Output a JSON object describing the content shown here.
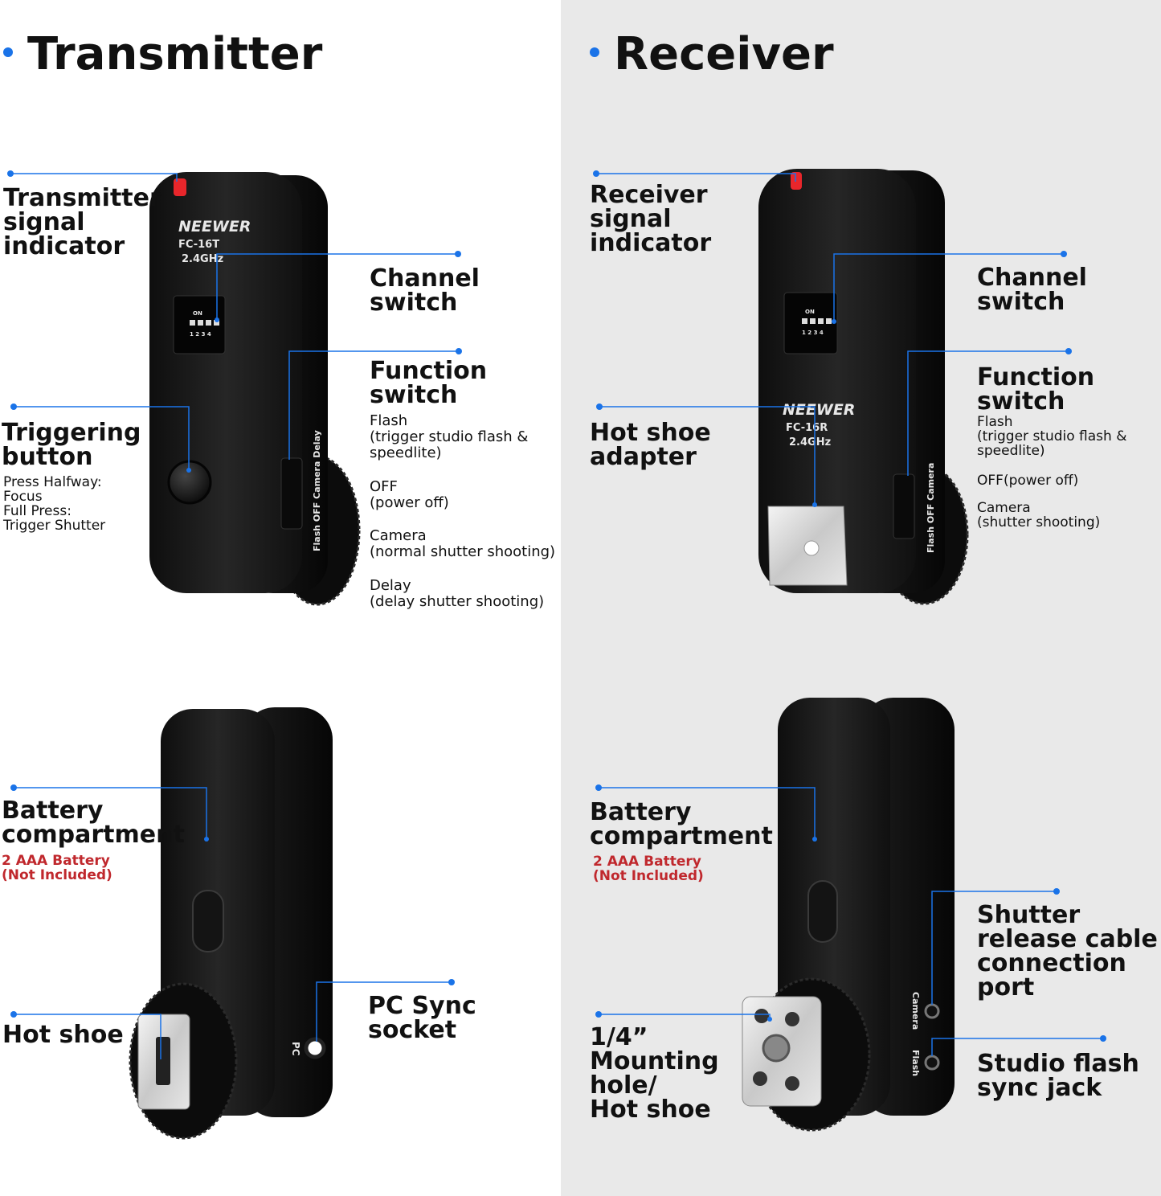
{
  "sections": {
    "transmitter_title": "Transmitter",
    "receiver_title": "Receiver"
  },
  "colors": {
    "accent": "#1a73e8",
    "warning_red": "#c0282d",
    "left_bg": "#ffffff",
    "right_bg": "#e9e9e9",
    "device_body": "#1b1b1b"
  },
  "device": {
    "brand": "NEEWER",
    "transmitter_model": "FC-16T",
    "receiver_model": "FC-16R",
    "frequency": "2.4GHz",
    "dip_on": "ON",
    "dip_numbers": "1 2 3 4",
    "switch_text_transmitter": "Flash OFF Camera Delay",
    "switch_text_receiver": "Flash OFF Camera",
    "pc_label": "PC",
    "port_camera": "Camera",
    "port_flash": "Flash"
  },
  "transmitter_front": {
    "signal_indicator": "Transmitter\nsignal\nindicator",
    "channel_switch": "Channel\nswitch",
    "function_switch": "Function\nswitch",
    "function_options": [
      {
        "name": "Flash",
        "desc": "(trigger studio flash &\nspeedlite)"
      },
      {
        "name": "OFF",
        "desc": "(power off)"
      },
      {
        "name": "Camera",
        "desc": "(normal shutter shooting)"
      },
      {
        "name": "Delay",
        "desc": "(delay shutter shooting)"
      }
    ],
    "triggering_button": "Triggering\nbutton",
    "triggering_desc": "Press Halfway:\nFocus\nFull Press:\nTrigger Shutter"
  },
  "receiver_front": {
    "signal_indicator": "Receiver\nsignal\nindicator",
    "channel_switch": "Channel\nswitch",
    "function_switch": "Function\nswitch",
    "hot_shoe_adapter": "Hot shoe\nadapter",
    "function_options": [
      {
        "name": "Flash",
        "desc": "(trigger studio flash &\nspeedlite)"
      },
      {
        "name": "OFF(power off)",
        "desc": ""
      },
      {
        "name": "Camera",
        "desc": "(shutter shooting)"
      }
    ]
  },
  "transmitter_back": {
    "battery_compartment": "Battery\ncompartment",
    "battery_note": "2 AAA Battery\n(Not Included)",
    "hot_shoe": "Hot shoe",
    "pc_sync": "PC Sync\nsocket"
  },
  "receiver_back": {
    "battery_compartment": "Battery\ncompartment",
    "battery_note": "2 AAA Battery\n(Not Included)",
    "shutter_release": "Shutter\nrelease cable\nconnection\nport",
    "mounting": "1/4”\nMounting\nhole/\nHot shoe",
    "studio_flash": "Studio flash\nsync jack"
  }
}
